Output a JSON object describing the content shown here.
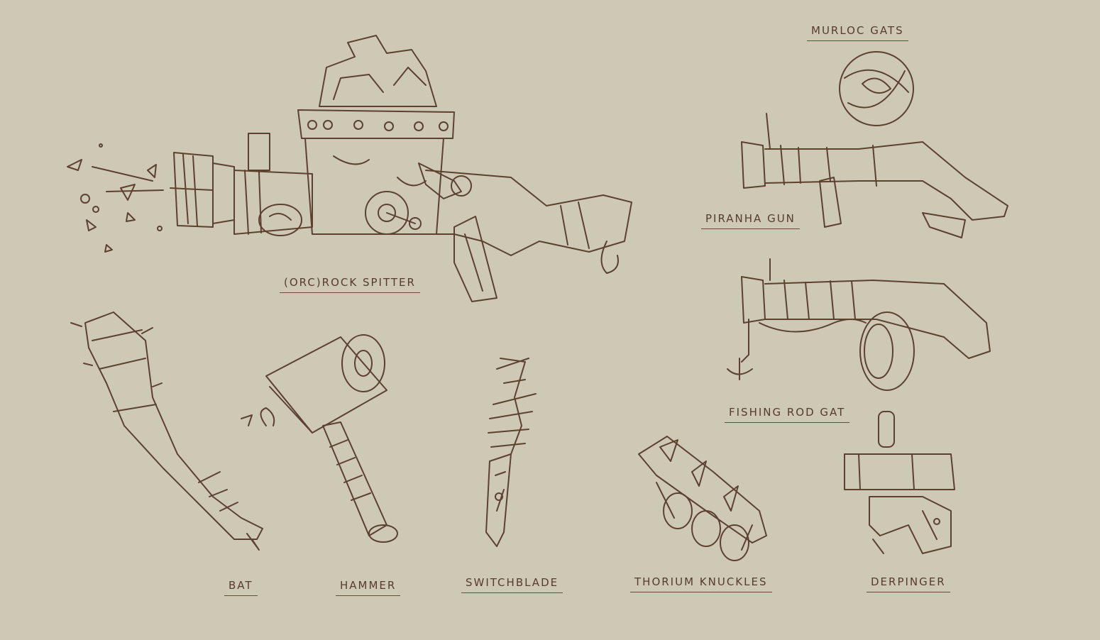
{
  "background_color": "#cdc9b5",
  "ink_color": "#5a3a2c",
  "labels": {
    "murloc_gats": "MURLOC GATS",
    "piranha_gun": "PIRANHA GUN",
    "rock_spitter": "(ORC)ROCK SPITTER",
    "fishing_rod_gat": "FISHING ROD GAT",
    "bat": "BAT",
    "hammer": "HAMMER",
    "switchblade": "SWITCHBLADE",
    "thorium_knuckles": "THORIUM KNUCKLES",
    "derpinger": "DERPINGER"
  }
}
